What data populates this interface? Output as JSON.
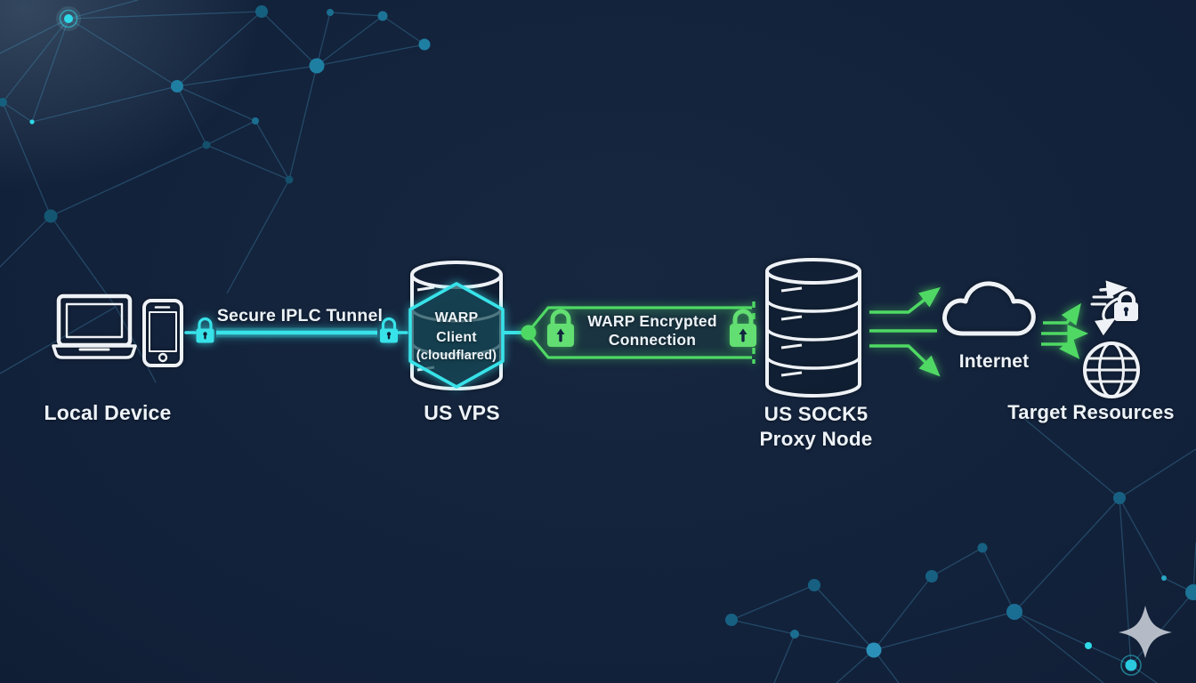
{
  "diagram": {
    "nodes": [
      {
        "name": "local-device",
        "label": "Local Device",
        "icons": [
          "laptop-icon",
          "smartphone-icon"
        ]
      },
      {
        "name": "us-vps",
        "label": "US VPS",
        "icon": "database-icon",
        "overlay": {
          "shape": "hexagon",
          "line1": "WARP",
          "line2": "Client",
          "line3": "(cloudflared)"
        }
      },
      {
        "name": "us-socks5-proxy-node",
        "label_line1": "US SOCK5",
        "label_line2": "Proxy Node",
        "icon": "database-stack-icon"
      },
      {
        "name": "internet",
        "label": "Internet",
        "icon": "cloud-icon"
      },
      {
        "name": "target-resources",
        "label": "Target Resources",
        "icons": [
          "speed-lock-icon",
          "globe-icon"
        ]
      }
    ],
    "links": [
      {
        "name": "secure-iplc-tunnel",
        "label": "Secure IPLC Tunnel",
        "style": "solid-cyan",
        "locks": 2
      },
      {
        "name": "warp-encrypted-connection",
        "label_line1": "WARP Encrypted",
        "label_line2": "Connection",
        "style": "green-hex-band",
        "locks": 2
      },
      {
        "name": "proxy-to-internet",
        "style": "three-green-arrows"
      },
      {
        "name": "internet-to-targets",
        "style": "three-green-arrows"
      }
    ]
  },
  "colors": {
    "background": "#13223a",
    "accent_cyan": "#38e2e9",
    "accent_green": "#4fd964",
    "lock_green": "#63de72",
    "icon_white": "#eef2f6",
    "constellation_teal": "#1f7fa3",
    "sparkle_gray": "#c3c9d2"
  },
  "decor": {
    "sparkle": "four-point-star",
    "pattern": "network-constellation"
  }
}
